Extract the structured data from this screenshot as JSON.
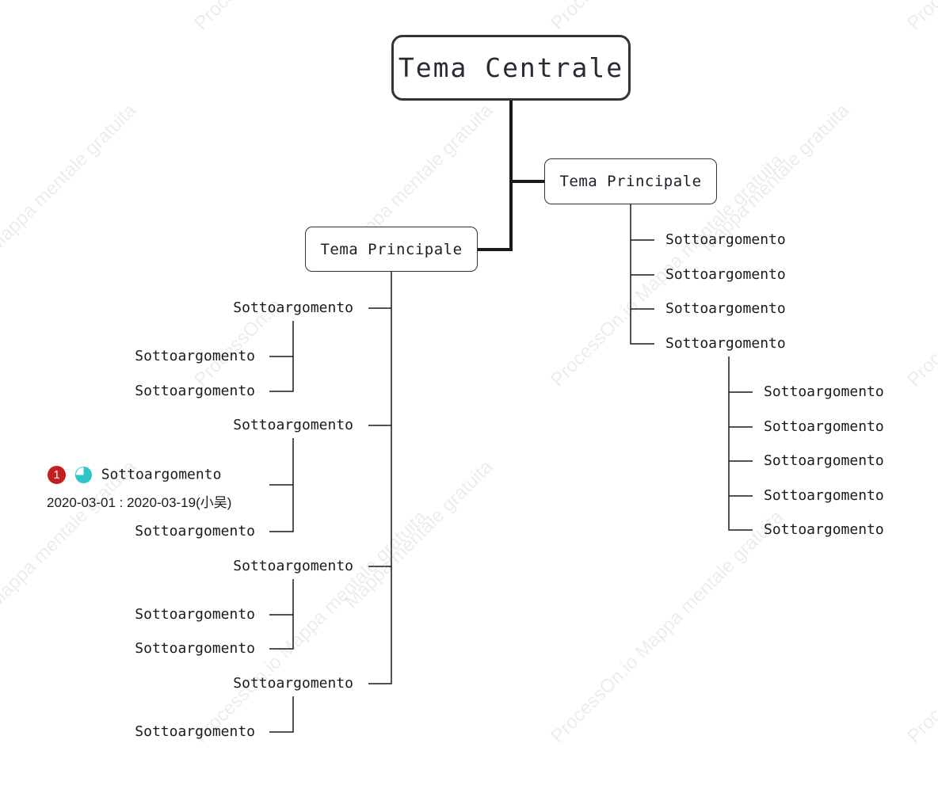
{
  "colors": {
    "line": "#1a1a1a",
    "badge_priority": "#c41e1e",
    "badge_progress": "#2ec4c8"
  },
  "central_topic": "Tema Centrale",
  "main_topics": {
    "left": {
      "label": "Tema Principale",
      "subtopics": [
        {
          "label": "Sottoargomento",
          "children": [
            "Sottoargomento",
            "Sottoargomento"
          ]
        },
        {
          "label": "Sottoargomento",
          "children": [
            "Sottoargomento",
            "Sottoargomento"
          ]
        },
        {
          "label": "Sottoargomento",
          "children": [
            "Sottoargomento",
            "Sottoargomento"
          ]
        },
        {
          "label": "Sottoargomento",
          "children": [
            "Sottoargomento"
          ]
        }
      ]
    },
    "right": {
      "label": "Tema Principale",
      "subtopics": [
        "Sottoargomento",
        "Sottoargomento",
        "Sottoargomento",
        "Sottoargomento"
      ],
      "last_subtopic_children": [
        "Sottoargomento",
        "Sottoargomento",
        "Sottoargomento",
        "Sottoargomento",
        "Sottoargomento"
      ]
    }
  },
  "task_node": {
    "priority": "1",
    "priority_icon": "priority-1-icon",
    "progress_icon": "progress-quarter-pie-icon",
    "progress": 0.75,
    "date_range": "2020-03-01 : 2020-03-19(小吴)"
  },
  "watermark": {
    "brand": "ProcessOn.io",
    "text": "Mappa mentale gratuita"
  }
}
